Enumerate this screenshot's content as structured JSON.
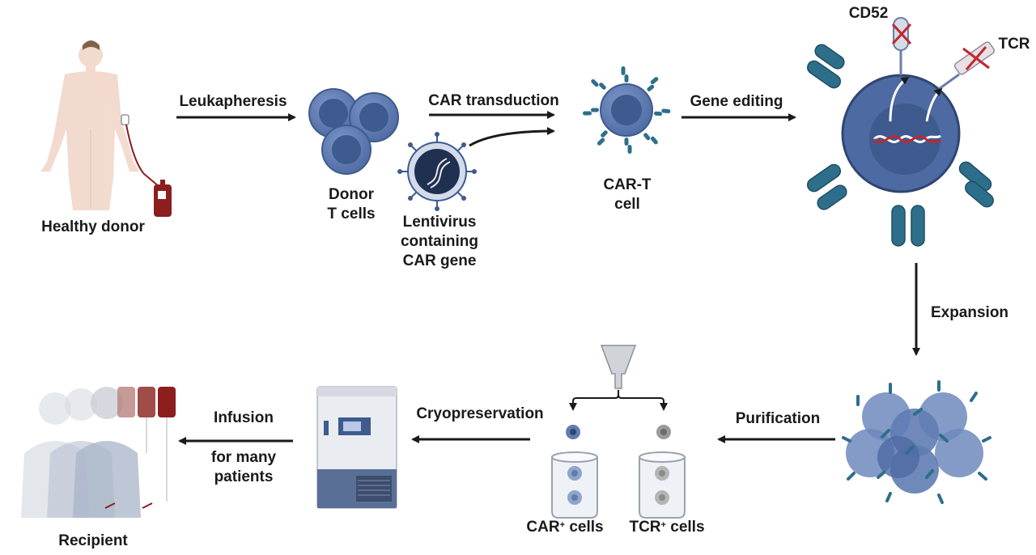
{
  "colors": {
    "cell_fill": "#5f7cb3",
    "cell_dark": "#3e5a8e",
    "nucleus": "#4b6aa3",
    "receptor": "#2d6f8a",
    "arrow": "#1a1a1a",
    "skin": "#f2d9cc",
    "blood": "#8c1e1e",
    "dna_red": "#c0282d"
  },
  "icons": [
    "person-icon",
    "blood-bag-icon",
    "t-cell-icon",
    "lentivirus-icon",
    "car-t-cell-icon",
    "dna-icon",
    "freezer-icon",
    "funnel-icon",
    "test-tube-icon"
  ],
  "labels": {
    "healthy_donor": "Healthy donor",
    "leukapheresis": "Leukapheresis",
    "donor_t_cells_1": "Donor",
    "donor_t_cells_2": "T cells",
    "car_transduction": "CAR transduction",
    "lentivirus_1": "Lentivirus",
    "lentivirus_2": "containing",
    "lentivirus_3": "CAR gene",
    "car_t_1": "CAR-T",
    "car_t_2": "cell",
    "gene_editing": "Gene editing",
    "cd52": "CD52",
    "tcr": "TCR",
    "expansion": "Expansion",
    "purification": "Purification",
    "car_pos": "CAR",
    "tcr_pos": "TCR",
    "cells_suffix": "cells",
    "plus": "+",
    "cryopreservation": "Cryopreservation",
    "infusion": "Infusion",
    "for_many_1": "for many",
    "for_many_2": "patients",
    "recipient": "Recipient"
  }
}
